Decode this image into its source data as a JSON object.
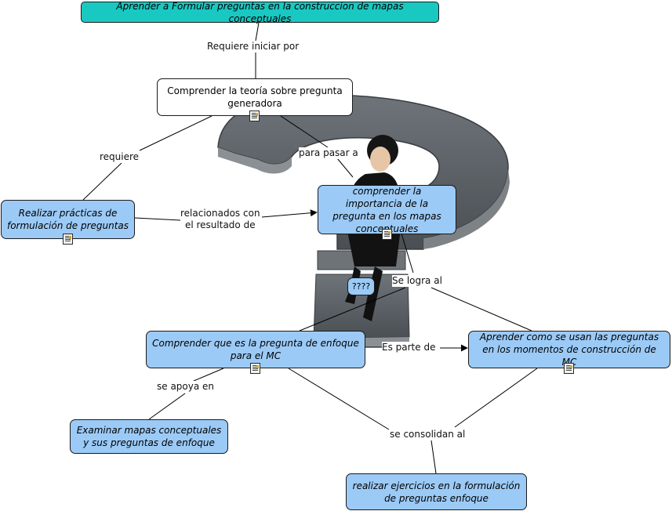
{
  "nodes": {
    "title": "Aprender a Formular preguntas en la construccion de mapas conceptuales",
    "comprender_teoria": "Comprender  la teoría sobre pregunta generadora",
    "realizar_practicas": "Realizar  prácticas de formulación de preguntas",
    "comprender_importancia": "comprender la importancia de la pregunta en los mapas conceptuales",
    "unknown": "????",
    "pregunta_enfoque": "Comprender  que es  la pregunta de enfoque para el  MC",
    "usar_preguntas": "Aprender como se usan las preguntas en los momentos de construcción de MC",
    "examinar_mapas": "Examinar mapas conceptuales y sus preguntas de enfoque",
    "realizar_ejercicios": "realizar ejercicios en la formulación de preguntas enfoque"
  },
  "links": {
    "requiere_iniciar": "Requiere iniciar por",
    "requiere": "requiere",
    "para_pasar": "para pasar a",
    "relacionados": "relacionados con\nel resultado de",
    "se_logra": "Se logra al",
    "es_parte": "Es parte de",
    "se_apoya": "se apoya en",
    "se_consolidan": "se consolidan al"
  },
  "icons": [
    "document-icon",
    "question-mark-image",
    "person-photo"
  ],
  "colors": {
    "node_blue": "#9ccaf6",
    "title_teal": "#1ac8c2",
    "question_gray": "#5b6166"
  }
}
